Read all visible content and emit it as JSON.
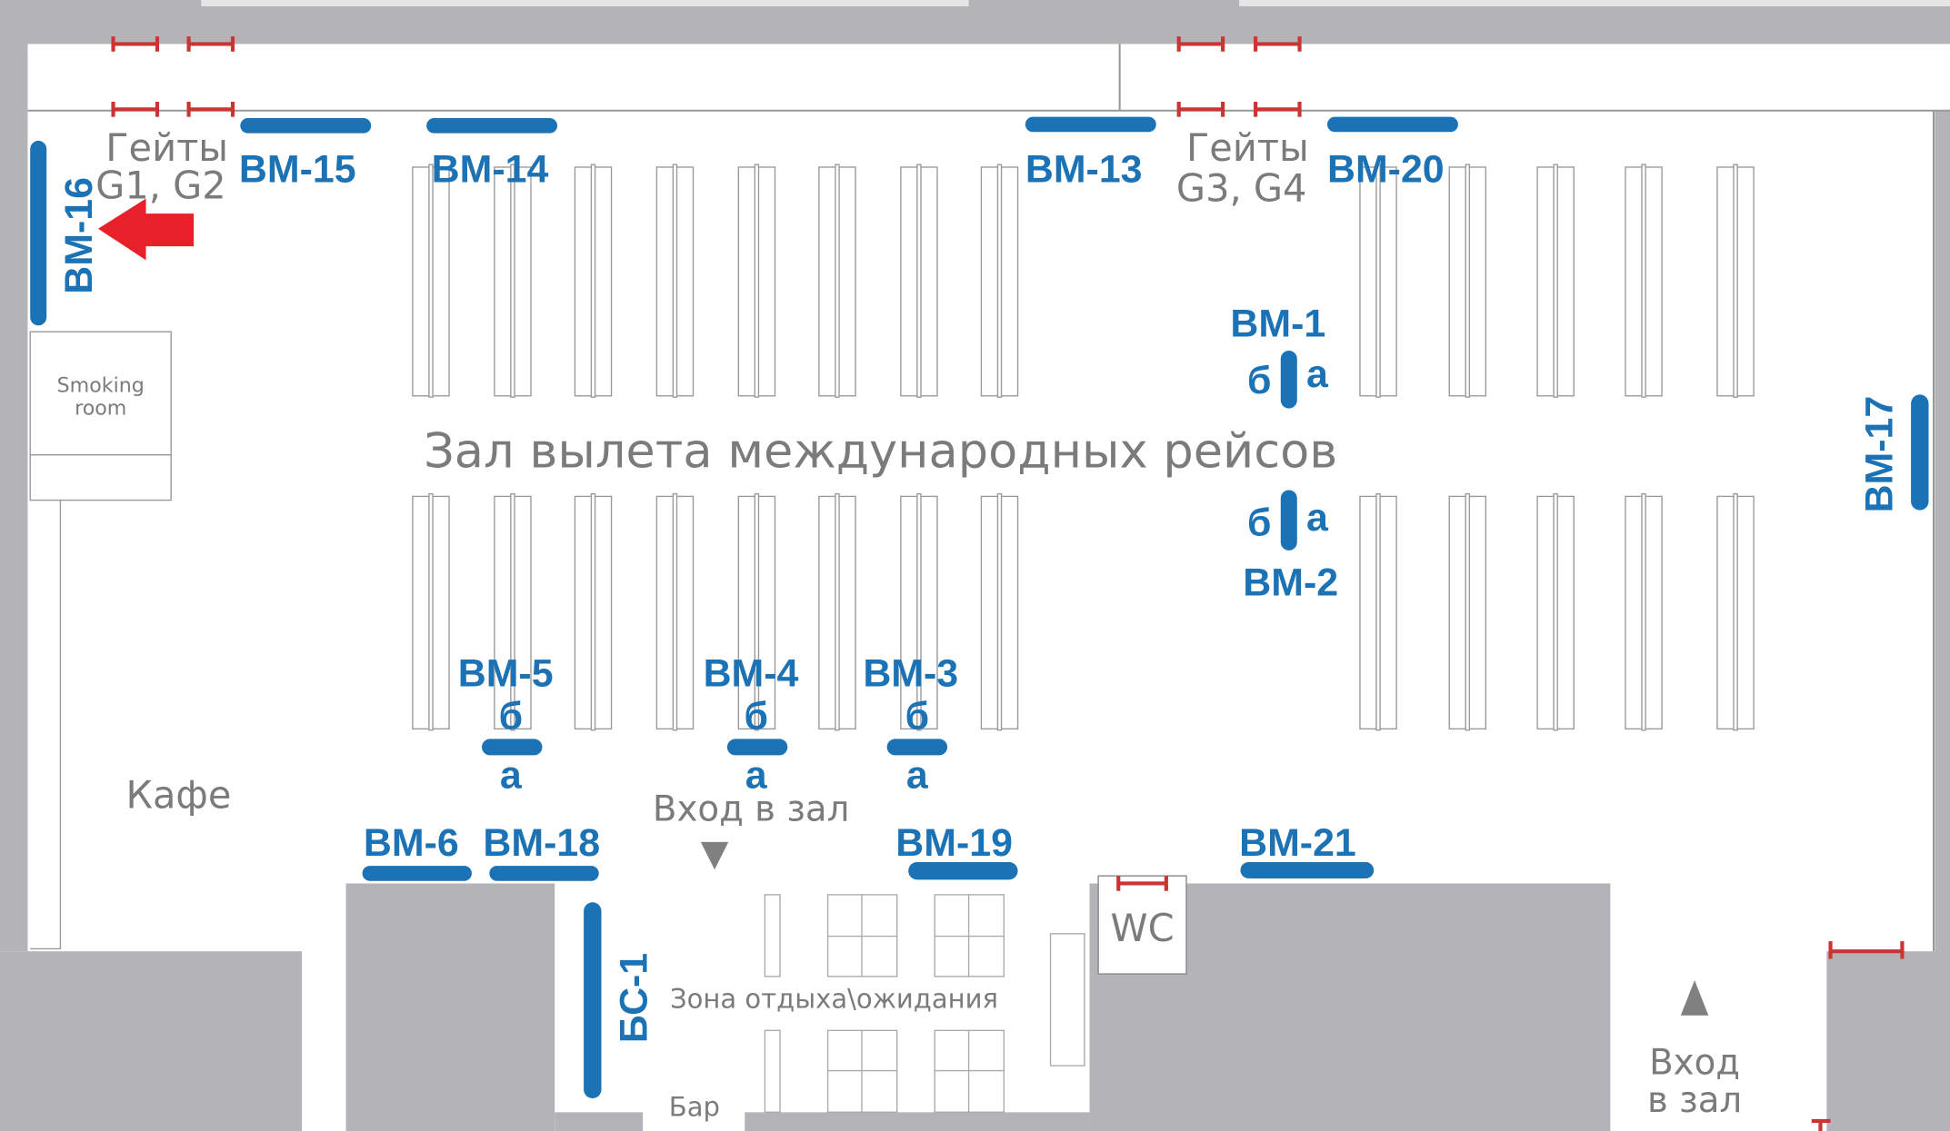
{
  "hall_title": "Зал вылета международных рейсов",
  "gates_left": {
    "line1": "Гейты",
    "line2": "G1, G2"
  },
  "gates_right": {
    "line1": "Гейты",
    "line2": "G3, G4"
  },
  "smoking_room": {
    "line1": "Smoking",
    "line2": "room"
  },
  "cafe": "Кафе",
  "entrance_top": "Вход в зал",
  "entrance_right": {
    "line1": "Вход",
    "line2": "в зал"
  },
  "wc": "WC",
  "lounge": "Зона отдыха\\ожидания",
  "bar": "Бар",
  "side_a": "а",
  "side_b": "б",
  "desks": {
    "bm1": "ВМ-1",
    "bm2": "ВМ-2",
    "bm3": "ВМ-3",
    "bm4": "ВМ-4",
    "bm5": "ВМ-5",
    "bm6": "ВМ-6",
    "bm13": "ВМ-13",
    "bm14": "ВМ-14",
    "bm15": "ВМ-15",
    "bm16": "ВМ-16",
    "bm17": "ВМ-17",
    "bm18": "ВМ-18",
    "bm19": "ВМ-19",
    "bm20": "ВМ-20",
    "bm21": "ВМ-21",
    "bs1": "БС-1"
  },
  "colors": {
    "desk": "#1b72b5",
    "gate": "#cc3333",
    "arrow": "#e8202a",
    "wall": "#b4b4b8"
  }
}
